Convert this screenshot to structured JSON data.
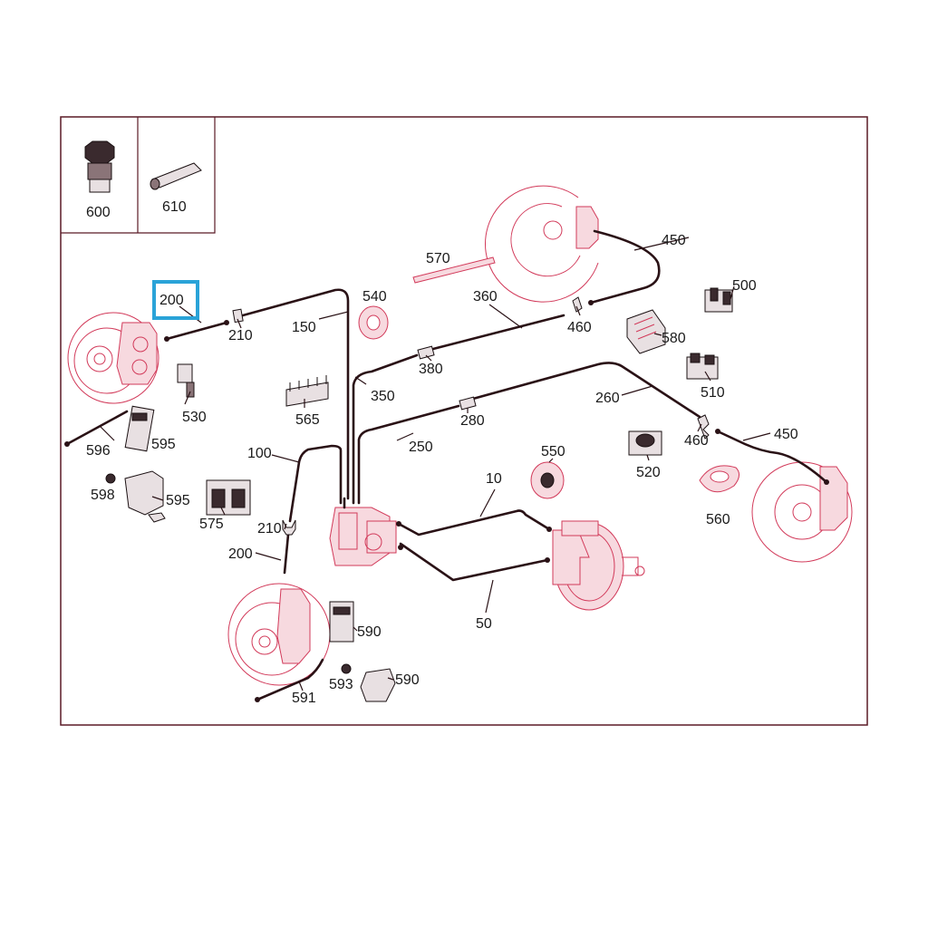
{
  "highlight_color": "#2aa3d8",
  "accent_color": "#d23a5a",
  "labels": {
    "p600": "600",
    "p610": "610",
    "p200a": "200",
    "p210a": "210",
    "p150": "150",
    "p540": "540",
    "p570": "570",
    "p360": "360",
    "p460a": "460",
    "p450a": "450",
    "p500": "500",
    "p580": "580",
    "p510": "510",
    "p530": "530",
    "p565": "565",
    "p380": "380",
    "p350": "350",
    "p260": "260",
    "p280": "280",
    "p460b": "460",
    "p450b": "450",
    "p596": "596",
    "p595a": "595",
    "p598": "598",
    "p595b": "595",
    "p575": "575",
    "p100": "100",
    "p250": "250",
    "p550": "550",
    "p520": "520",
    "p560": "560",
    "p210b": "210",
    "p200b": "200",
    "p10": "10",
    "p50": "50",
    "p590a": "590",
    "p593": "593",
    "p590b": "590",
    "p591": "591"
  }
}
